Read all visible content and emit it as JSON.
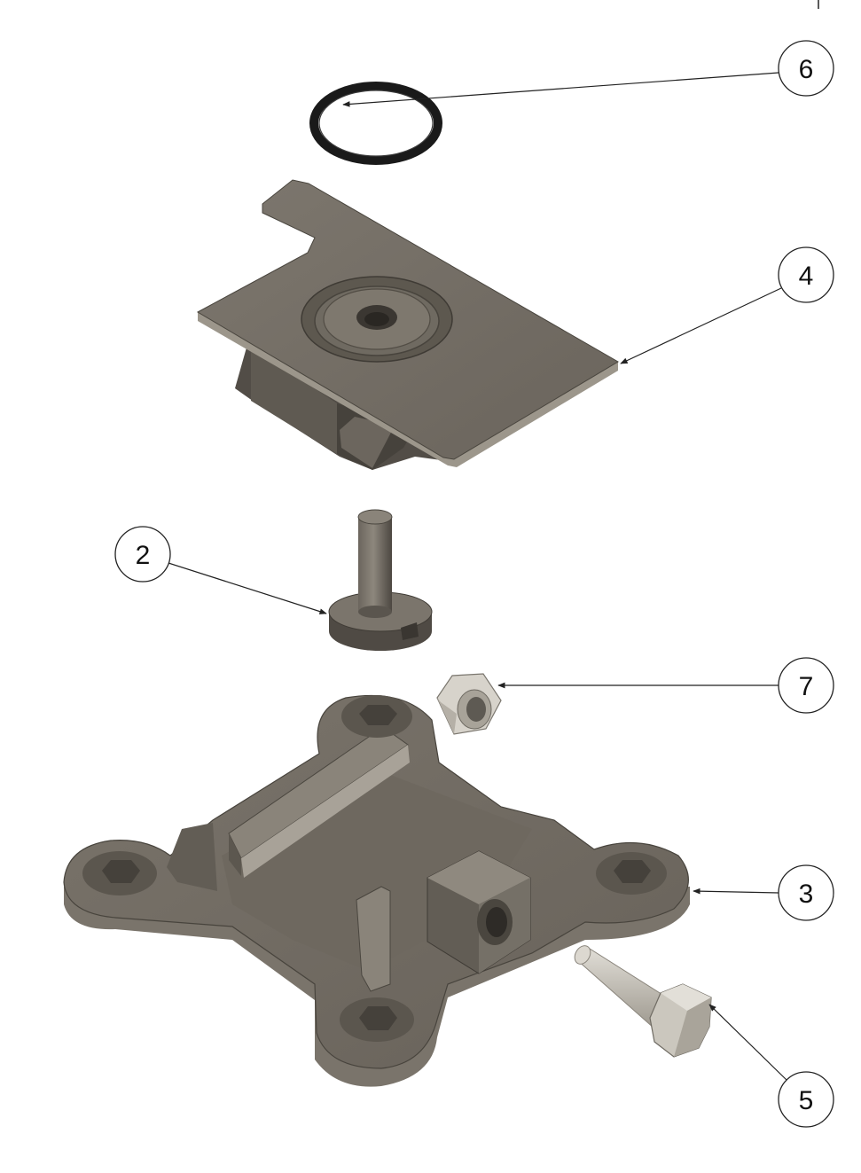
{
  "drawing": {
    "balloons": [
      {
        "id": "6",
        "label": "6",
        "part": "o-ring"
      },
      {
        "id": "4",
        "label": "4",
        "part": "top-plate"
      },
      {
        "id": "2",
        "label": "2",
        "part": "pin"
      },
      {
        "id": "7",
        "label": "7",
        "part": "hex-nut"
      },
      {
        "id": "3",
        "label": "3",
        "part": "base-mount"
      },
      {
        "id": "5",
        "label": "5",
        "part": "hex-bolt"
      }
    ]
  },
  "colors": {
    "part_dark": "#5f5a53",
    "part_mid": "#7a746b",
    "part_light": "#a39d92",
    "part_highlight": "#cfcac0",
    "hardware": "#c9c5bc",
    "ring": "#1a1a1a",
    "leader": "#222222"
  }
}
